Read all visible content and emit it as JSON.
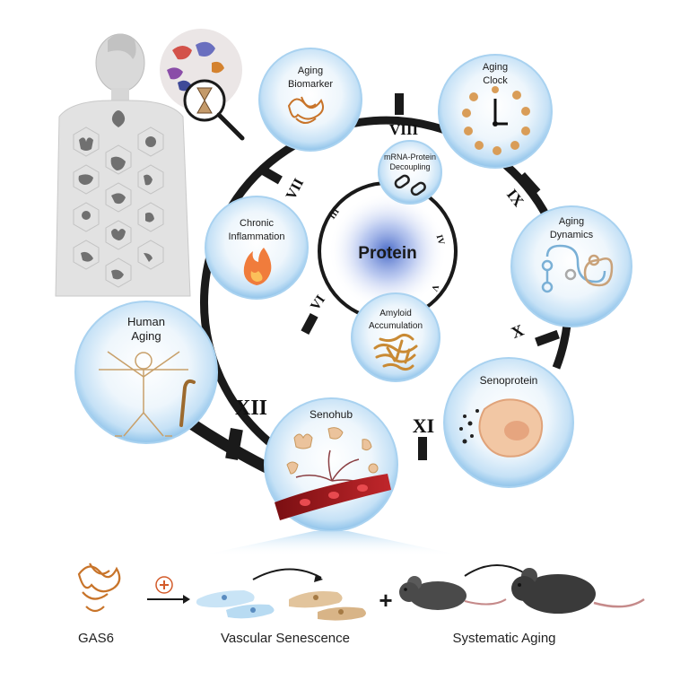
{
  "center": {
    "label": "Protein"
  },
  "inner_ring_numerals": [
    "III",
    "IV",
    "V"
  ],
  "nodes": {
    "aging_biomarker": [
      "Aging",
      "Biomarker"
    ],
    "aging_clock": [
      "Aging",
      "Clock"
    ],
    "mrna_decoupling": [
      "mRNA-Protein",
      "Decoupling"
    ],
    "chronic_inflammation": [
      "Chronic",
      "Inflammation"
    ],
    "aging_dynamics": [
      "Aging",
      "Dynamics"
    ],
    "amyloid_accumulation": [
      "Amyloid",
      "Accumulation"
    ],
    "human_aging": [
      "Human",
      "Aging"
    ],
    "senoprotein": [
      "Senoprotein"
    ],
    "senohub": [
      "Senohub"
    ]
  },
  "clock_numerals": {
    "vi": "VI",
    "vii": "VII",
    "viii": "VIII",
    "ix": "IX",
    "x": "X",
    "xi": "XI",
    "xii": "XII"
  },
  "bottom": {
    "gas6": "GAS6",
    "plus_symbol": "+",
    "vascular": "Vascular Senescence",
    "systematic": "Systematic Aging"
  },
  "colors": {
    "ring": "#1a1a1a",
    "bubble_edge": "#8fc3ea",
    "bubble_center": "#ffffff",
    "protein_orange": "#c8742a",
    "center_blue": "#5b7fd0"
  }
}
